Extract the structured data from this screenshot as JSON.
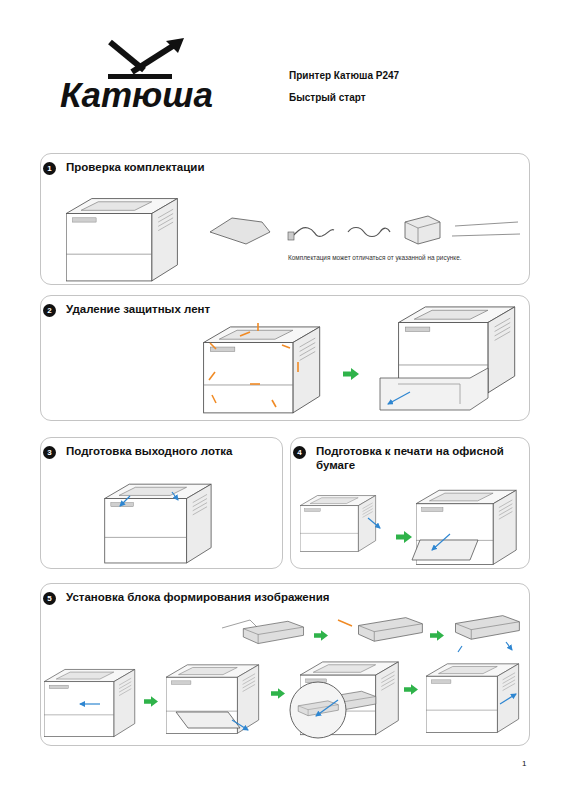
{
  "diagram": {
    "title": "Принтер Катюша P247",
    "nodes": [
      {
        "text": [
          "Проверка комплектации"
        ]
      },
      {
        "text": [
          "1"
        ],
        "in": 0
      },
      {
        "text": [
          "Удаление защитных лент"
        ]
      },
      {
        "text": [
          "2"
        ],
        "in": 2
      },
      {
        "text": [
          "Подготовка выходного лотка"
        ]
      },
      {
        "text": [
          "3"
        ],
        "in": 4
      },
      {
        "text": [
          "Подготовка к печати на офисной бумаге"
        ]
      },
      {
        "text": [
          "4"
        ],
        "in": 6
      },
      {
        "text": [
          "Установка блока формирования изображения"
        ]
      },
      {
        "text": [
          "5"
        ],
        "in": 8
      }
    ],
    "labels": [
      "Катюша",
      "Быстрый старт",
      "Комплектация может отличаться от указанной на рисунке.",
      "1"
    ]
  }
}
